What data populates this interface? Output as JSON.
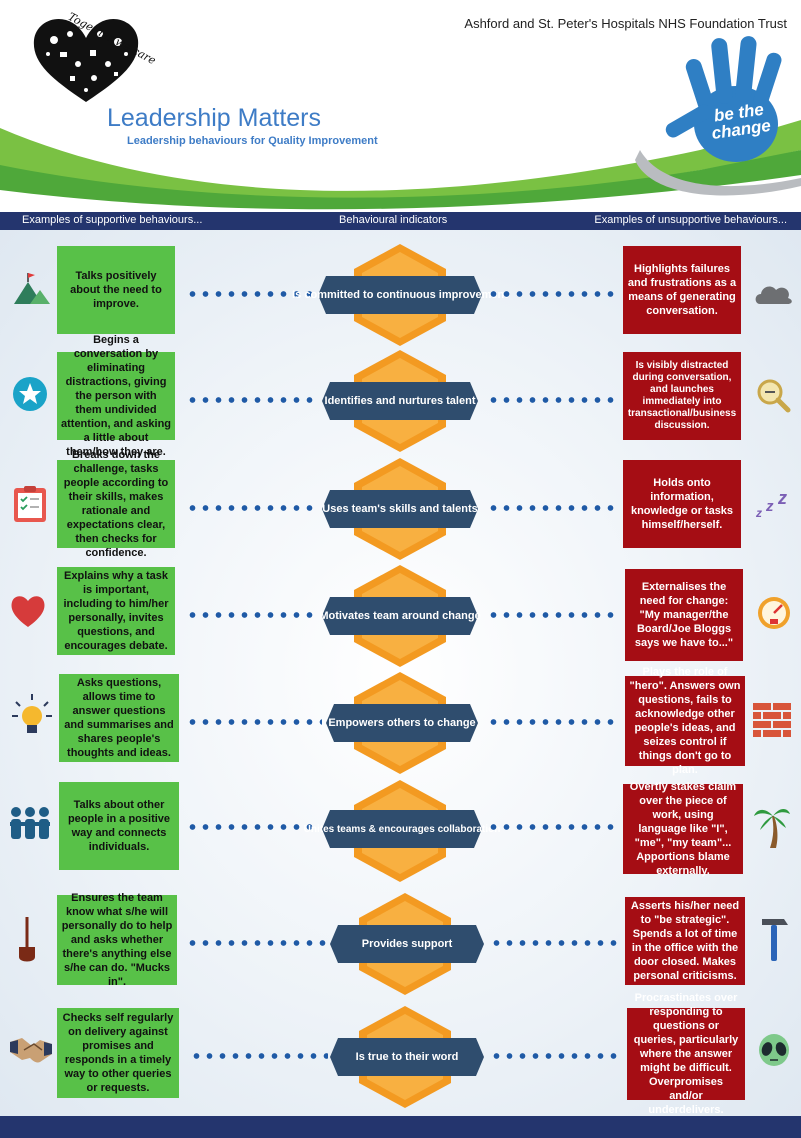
{
  "header": {
    "trust_name": "Ashford and St. Peter's Hospitals NHS Foundation Trust",
    "logo_tagline": "Together we care",
    "title": "Leadership Matters",
    "subtitle": "Leadership behaviours for Quality Improvement",
    "badge_text_line1": "be the",
    "badge_text_line2": "change"
  },
  "columns": {
    "left": "Examples of supportive behaviours...",
    "center": "Behavioural indicators",
    "right": "Examples of unsupportive behaviours..."
  },
  "rows": [
    {
      "left_icon": "mountain-flag-icon",
      "supportive": "Talks positively about the need to improve.",
      "indicator": "Is committed to continuous improvement",
      "unsupportive": "Highlights failures and frustrations as a means of generating conversation.",
      "right_icon": "cloud-icon"
    },
    {
      "left_icon": "star-badge-icon",
      "supportive": "Begins a conversation by eliminating distractions, giving the person with them undivided attention, and asking a little about them/how they are.",
      "indicator": "Identifies and nurtures talent",
      "unsupportive": "Is visibly distracted during conversation, and launches immediately into transactional/business discussion.",
      "right_icon": "magnifier-icon"
    },
    {
      "left_icon": "clipboard-checklist-icon",
      "supportive": "Breaks down the challenge, tasks people according to their skills, makes rationale and expectations clear, then checks for confidence.",
      "indicator": "Uses team's skills and talents",
      "unsupportive": "Holds onto information, knowledge or tasks himself/herself.",
      "right_icon": "sleep-zzz-icon"
    },
    {
      "left_icon": "heart-icon",
      "supportive": "Explains why a task is important, including to him/her personally, invites questions, and encourages debate.",
      "indicator": "Motivates team around change",
      "unsupportive": "Externalises the need for change: \"My manager/the Board/Joe Bloggs says we have to...\"",
      "right_icon": "gauge-icon"
    },
    {
      "left_icon": "lightbulb-icon",
      "supportive": "Asks questions, allows time to answer questions and summarises and shares people's thoughts and ideas.",
      "indicator": "Empowers others to change",
      "unsupportive": "Plays the role of \"hero\". Answers own questions, fails to acknowledge other people's ideas, and seizes control if things don't go to plan.",
      "right_icon": "brick-wall-icon"
    },
    {
      "left_icon": "team-people-icon",
      "supportive": "Talks about other people in a positive way and connects individuals.",
      "indicator": "Unites teams & encourages collaboration",
      "unsupportive": "Overtly stakes claim over the piece of work, using language like \"I\", \"me\", \"my team\"... Apportions blame externally.",
      "right_icon": "palm-tree-icon"
    },
    {
      "left_icon": "shovel-icon",
      "supportive": "Ensures the team know what s/he will personally do to help and asks whether there's anything else s/he can do. \"Mucks in\".",
      "indicator": "Provides support",
      "unsupportive": "Asserts his/her need to \"be strategic\". Spends a lot of time in the office with the door closed. Makes personal criticisms.",
      "right_icon": "hammer-icon"
    },
    {
      "left_icon": "handshake-icon",
      "supportive": "Checks self regularly on delivery against promises and responds in a timely way to other queries or requests.",
      "indicator": "Is true to their word",
      "unsupportive": "Procrastinates over responding to questions or queries, particularly where the answer might be difficult. Overpromises and/or underdelivers.",
      "right_icon": "alien-icon"
    }
  ],
  "colors": {
    "navy": "#24356e",
    "supportive_green": "#58c148",
    "unsupportive_red": "#a50d14",
    "hexagon_orange": "#f39a21",
    "ribbon_slate": "#2f4d6e",
    "title_blue": "#3e7cc6"
  }
}
